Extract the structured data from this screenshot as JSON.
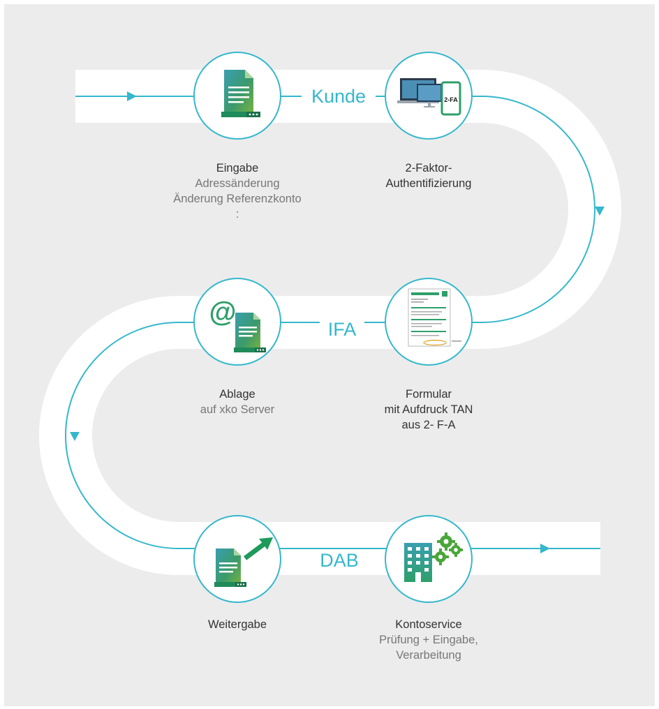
{
  "colors": {
    "accent": "#35b7cc",
    "background": "#ececec",
    "band": "#ffffff",
    "green": "#1e9a5a"
  },
  "stages": {
    "kunde": {
      "label": "Kunde"
    },
    "ifa": {
      "label": "IFA"
    },
    "dab": {
      "label": "DAB"
    }
  },
  "steps": {
    "eingabe": {
      "icon": "document-server-icon",
      "title": "Eingabe",
      "lines": [
        "Adressänderung",
        "Änderung Referenzkonto",
        ":"
      ]
    },
    "auth": {
      "icon": "devices-2fa-icon",
      "title_lines": [
        "2-Faktor-",
        "Authentifizierung"
      ],
      "badge": "2-FA"
    },
    "formular": {
      "icon": "form-document-icon",
      "title_lines": [
        "Formular",
        "mit Aufdruck TAN",
        "aus 2- F-A"
      ]
    },
    "ablage": {
      "icon": "at-document-icon",
      "title": "Ablage",
      "lines": [
        "auf xko Server"
      ]
    },
    "weitergabe": {
      "icon": "document-forward-icon",
      "title": "Weitergabe"
    },
    "kontoservice": {
      "icon": "building-gears-icon",
      "title": "Kontoservice",
      "lines": [
        "Prüfung + Eingabe,",
        "Verarbeitung"
      ]
    }
  }
}
